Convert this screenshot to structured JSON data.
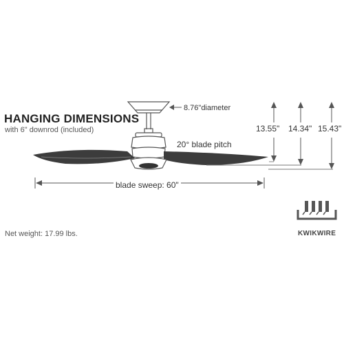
{
  "title": "HANGING DIMENSIONS",
  "subtitle": "with 6\" downrod (included)",
  "canopy_diameter": "8.76\"diameter",
  "blade_pitch": "20° blade pitch",
  "blade_sweep": "blade sweep: 60\"",
  "heights": [
    "13.55\"",
    "14.34\"",
    "15.43\""
  ],
  "net_weight": "Net weight: 17.99 lbs.",
  "logo": {
    "text": "KWIKWIRE",
    "color": "#555555"
  },
  "colors": {
    "line": "#555555",
    "fan_body": "#444444",
    "blade": "#3c3c3c"
  }
}
